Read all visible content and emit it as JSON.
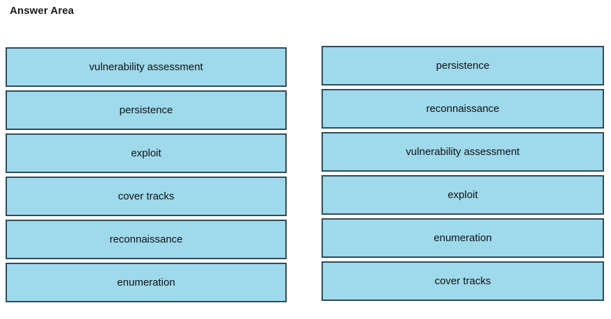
{
  "page": {
    "title": "Answer Area",
    "background_color": "#ffffff",
    "box_fill_color": "#9ed9ec",
    "box_border_color": "#2f4a58",
    "text_color": "#111111"
  },
  "columns": [
    {
      "name": "source-column",
      "items": [
        {
          "label": "vulnerability assessment"
        },
        {
          "label": "persistence"
        },
        {
          "label": "exploit"
        },
        {
          "label": "cover tracks"
        },
        {
          "label": "reconnaissance"
        },
        {
          "label": "enumeration"
        }
      ]
    },
    {
      "name": "answer-column",
      "items": [
        {
          "label": "persistence"
        },
        {
          "label": "reconnaissance"
        },
        {
          "label": "vulnerability assessment"
        },
        {
          "label": "exploit"
        },
        {
          "label": "enumeration"
        },
        {
          "label": "cover tracks"
        }
      ]
    }
  ]
}
